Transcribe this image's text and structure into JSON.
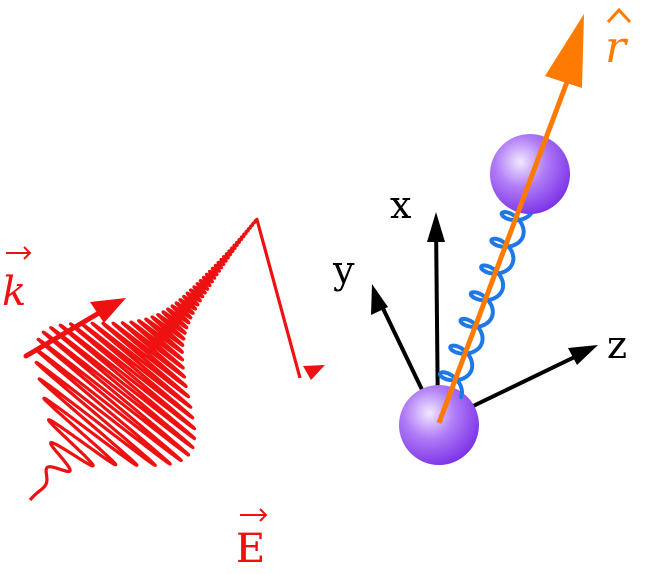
{
  "labels": {
    "wave_vector": "k",
    "field": "E",
    "bond_direction": "r",
    "axis_x": "x",
    "axis_y": "y",
    "axis_z": "z"
  },
  "colors": {
    "pulse": "#ee1111",
    "bond_axis": "#ff7a00",
    "axes": "#000000",
    "spring": "#1e78e6",
    "atom": "#9a55f5",
    "atom_highlight": "#e9dcff"
  },
  "icons": {
    "wave_vector_arrow": "arrow-icon",
    "pulse": "gaussian-wave-packet",
    "molecule": "diatomic-spring-molecule"
  }
}
